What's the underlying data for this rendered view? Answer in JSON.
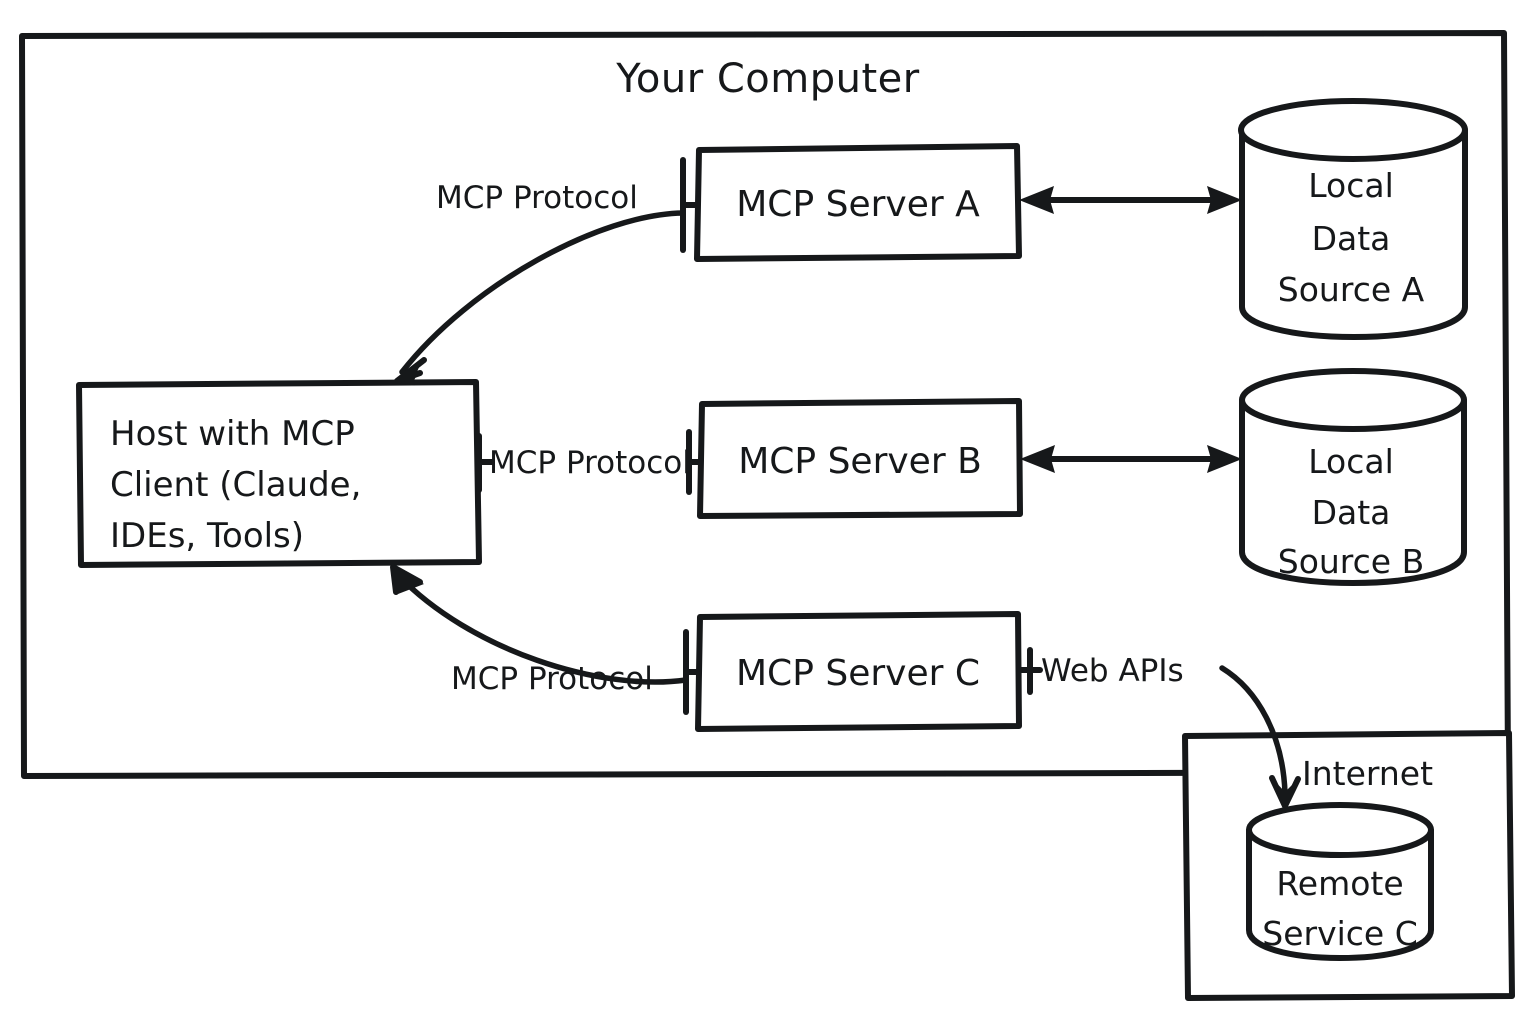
{
  "diagram": {
    "title": "Your Computer",
    "boundary_label": "Your Computer",
    "servers": [
      {
        "id": "server-a",
        "label": "MCP Server A"
      },
      {
        "id": "server-b",
        "label": "MCP Server B"
      },
      {
        "id": "server-c",
        "label": "MCP Server C"
      }
    ],
    "host": {
      "line1": "Host with MCP",
      "line2": "Client (Claude,",
      "line3": "IDEs, Tools)"
    },
    "datastores": [
      {
        "id": "local-data-source-a",
        "line1": "Local",
        "line2": "Data",
        "line3": "Source A"
      },
      {
        "id": "local-data-source-b",
        "line1": "Local",
        "line2": "Data",
        "line3": "Source B"
      }
    ],
    "remote": {
      "container_label": "Internet",
      "line1": "Remote",
      "line2": "Service C"
    },
    "connector_labels": {
      "protocol_a": "MCP Protocol",
      "protocol_b": "MCP Protocol",
      "protocol_c": "MCP Protocol",
      "web_apis": "Web APIs"
    },
    "colors": {
      "ink": "#16181a",
      "background": "#ffffff"
    }
  }
}
